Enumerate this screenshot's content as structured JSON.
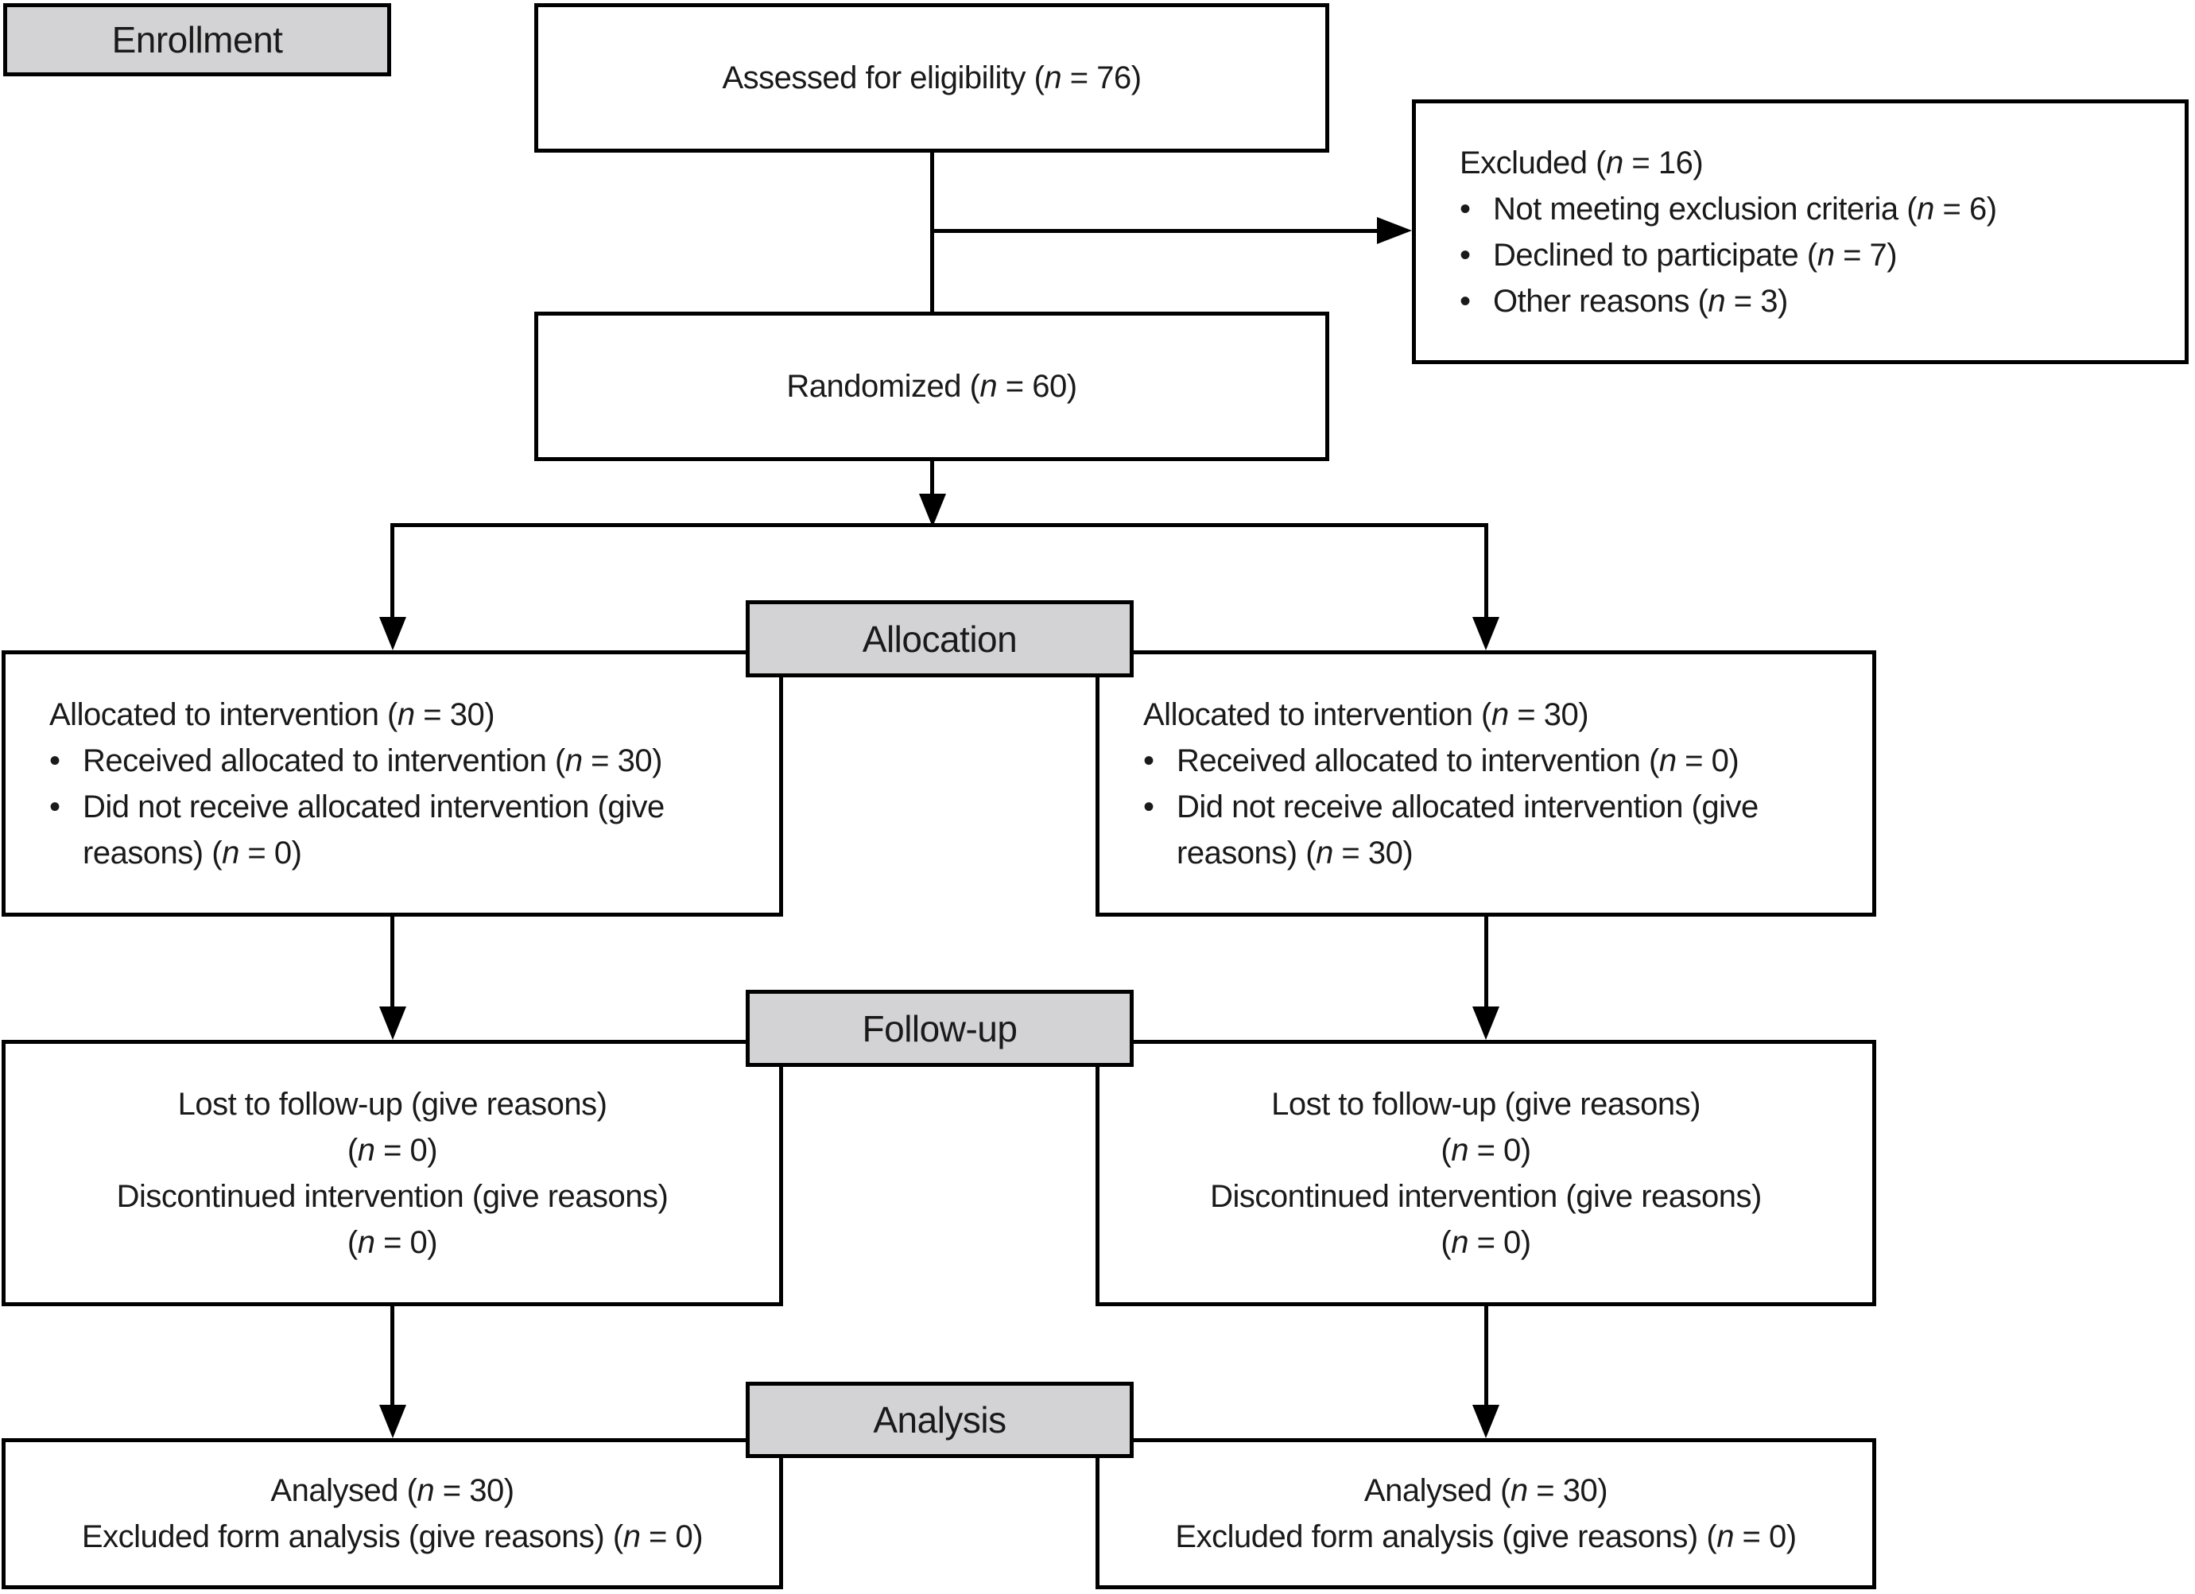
{
  "colors": {
    "label_bg": "#d3d3d5",
    "line": "#000000",
    "text": "#1a1a1a",
    "box_bg": "#ffffff"
  },
  "bullet_marker": "•",
  "stage_labels": {
    "enrollment": "Enrollment",
    "allocation": "Allocation",
    "followup": "Follow-up",
    "analysis": "Analysis"
  },
  "boxes": {
    "assessed": {
      "text": "Assessed for eligibility (n = 76)"
    },
    "excluded": {
      "title": "Excluded (n = 16)",
      "bullets": [
        "Not meeting exclusion criteria (n = 6)",
        "Declined to participate (n = 7)",
        "Other reasons (n = 3)"
      ]
    },
    "randomized": {
      "text": "Randomized (n = 60)"
    },
    "allocation_left": {
      "title": "Allocated to intervention (n = 30)",
      "bullets": [
        "Received allocated to intervention (n = 30)",
        "Did not receive allocated intervention (give reasons) (n = 0)"
      ]
    },
    "allocation_right": {
      "title": "Allocated to intervention (n = 30)",
      "bullets": [
        "Received allocated to intervention (n = 0)",
        "Did not receive allocated intervention (give reasons) (n = 30)"
      ]
    },
    "followup_left": {
      "lines": [
        "Lost to follow-up (give reasons)",
        "(n = 0)",
        "Discontinued intervention (give reasons)",
        "(n = 0)"
      ]
    },
    "followup_right": {
      "lines": [
        "Lost to follow-up (give reasons)",
        "(n = 0)",
        "Discontinued intervention (give reasons)",
        "(n = 0)"
      ]
    },
    "analysis_left": {
      "lines": [
        "Analysed (n = 30)",
        "Excluded form analysis (give reasons) (n = 0)"
      ]
    },
    "analysis_right": {
      "lines": [
        "Analysed (n = 30)",
        "Excluded form analysis (give reasons) (n = 0)"
      ]
    }
  }
}
